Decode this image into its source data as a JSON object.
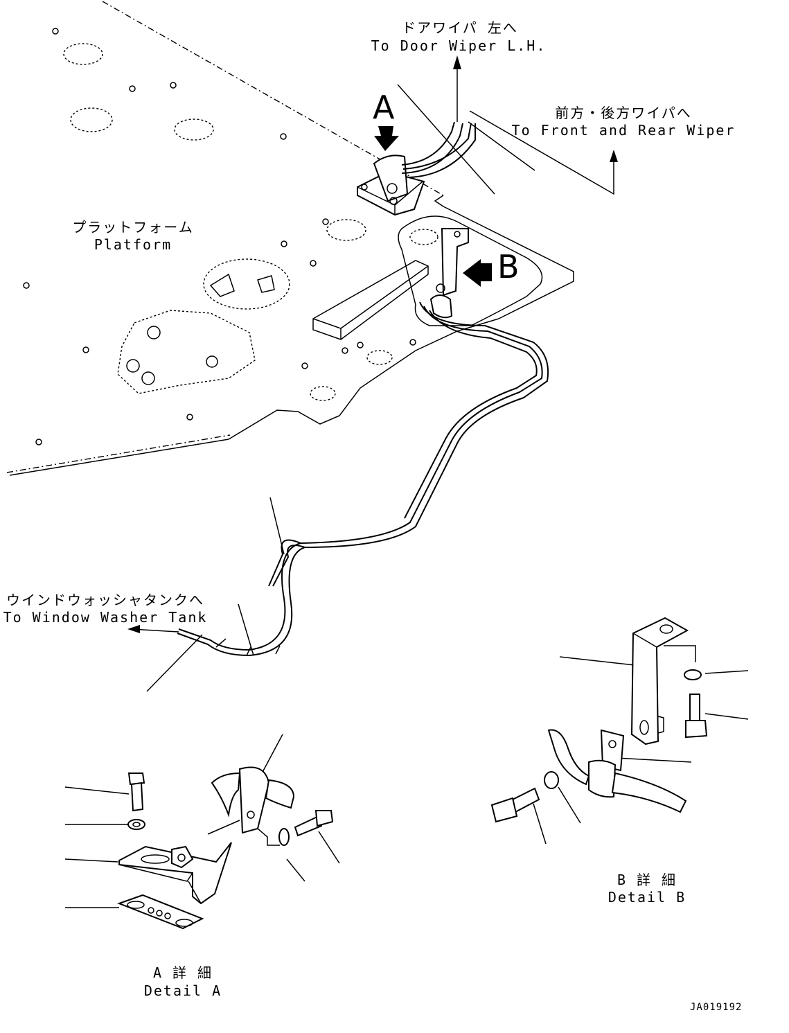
{
  "labels": {
    "door_wiper_jp": "ドアワイパ 左へ",
    "door_wiper_en": "To Door Wiper L.H.",
    "front_rear_jp": "前方・後方ワイパへ",
    "front_rear_en": "To Front and Rear Wiper",
    "platform_jp": "プラットフォーム",
    "platform_en": "Platform",
    "washer_jp": "ウインドウォッシャタンクへ",
    "washer_en": "To Window Washer Tank",
    "view_a": "A",
    "view_b": "B",
    "detail_a_jp": "A 詳 細",
    "detail_a_en": "Detail A",
    "detail_b_jp": "B 詳 細",
    "detail_b_en": "Detail B",
    "drawing_no": "JA019192"
  }
}
